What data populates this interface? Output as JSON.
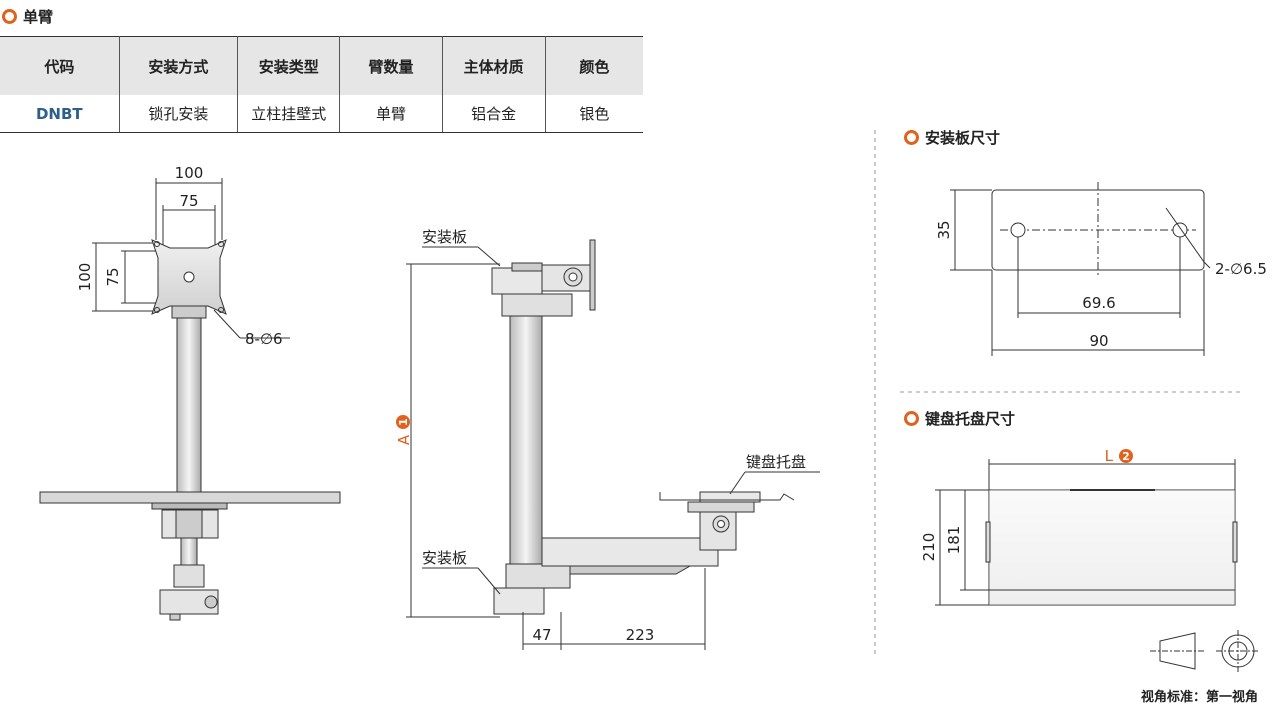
{
  "section_spec": "单臂",
  "table": {
    "headers": [
      "代码",
      "安装方式",
      "安装类型",
      "臂数量",
      "主体材质",
      "颜色"
    ],
    "row": [
      "DNBT",
      "锁孔安装",
      "立柱挂壁式",
      "单臂",
      "铝合金",
      "银色"
    ]
  },
  "front_view": {
    "dim_100_w": "100",
    "dim_75_w": "75",
    "dim_100_h": "100",
    "dim_75_h": "75",
    "holes": "8-∅6"
  },
  "side_view": {
    "plate_top": "安装板",
    "plate_bottom": "安装板",
    "dim_a": "A",
    "marker_a": "1",
    "keyboard_tray": "键盘托盘",
    "dim_47": "47",
    "dim_223": "223"
  },
  "plate_section": {
    "title": "安装板尺寸",
    "dim_35": "35",
    "holes": "2-∅6.5",
    "dim_69_6": "69.6",
    "dim_90": "90"
  },
  "tray_section": {
    "title": "键盘托盘尺寸",
    "dim_l": "L",
    "marker_l": "2",
    "dim_210": "210",
    "dim_181": "181"
  },
  "view_standard": "视角标准：第一视角",
  "colors": {
    "accent": "#e0621c",
    "code": "#2d5f8a"
  }
}
